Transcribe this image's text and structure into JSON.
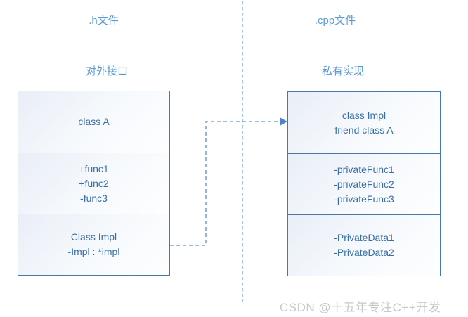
{
  "left_panel": {
    "file_title": ".h文件",
    "section_title": "对外接口",
    "sections": [
      {
        "lines": [
          "class A"
        ]
      },
      {
        "lines": [
          "+func1",
          "+func2",
          "-func3"
        ]
      },
      {
        "lines": [
          "Class Impl",
          "-Impl : *impl"
        ]
      }
    ]
  },
  "right_panel": {
    "file_title": ".cpp文件",
    "section_title": "私有实现",
    "sections": [
      {
        "lines": [
          "class Impl",
          "friend class A"
        ]
      },
      {
        "lines": [
          "-privateFunc1",
          "-privateFunc2",
          "-privateFunc3"
        ]
      },
      {
        "lines": [
          "-PrivateData1",
          "-PrivateData2"
        ]
      }
    ]
  },
  "watermark": "CSDN @十五年专注C++开发",
  "colors": {
    "title_text": "#5B9BD5",
    "box_text": "#3A6EA5",
    "box_border": "#4778AB",
    "divider_dash": "#A3C6E8",
    "connector_dash": "#78A4D8",
    "arrowhead": "#4A86C8",
    "watermark_text": "#C8C8C8"
  }
}
